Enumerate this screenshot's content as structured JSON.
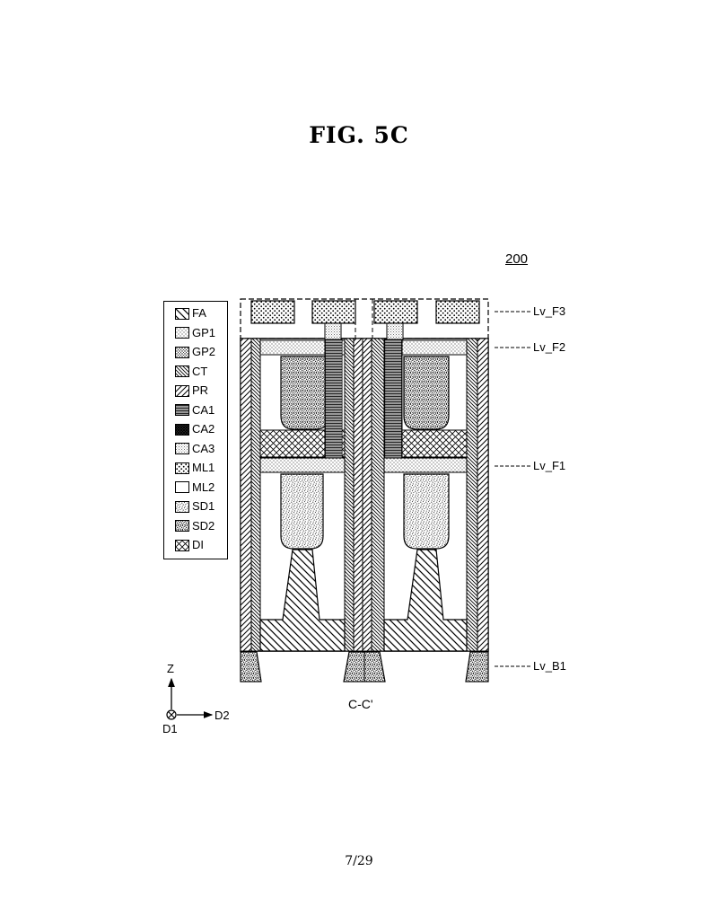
{
  "figure": {
    "title": "FIG. 5C",
    "reference_number": "200",
    "section_label": "C-C'",
    "page_number": "7/29"
  },
  "legend": [
    {
      "label": "FA",
      "pattern": "fa"
    },
    {
      "label": "GP1",
      "pattern": "gp1"
    },
    {
      "label": "GP2",
      "pattern": "gp2"
    },
    {
      "label": "CT",
      "pattern": "ct"
    },
    {
      "label": "PR",
      "pattern": "pr"
    },
    {
      "label": "CA1",
      "pattern": "ca1"
    },
    {
      "label": "CA2",
      "pattern": "ca2"
    },
    {
      "label": "CA3",
      "pattern": "ca3"
    },
    {
      "label": "ML1",
      "pattern": "ml1"
    },
    {
      "label": "ML2",
      "pattern": "ml2"
    },
    {
      "label": "SD1",
      "pattern": "sd1"
    },
    {
      "label": "SD2",
      "pattern": "sd2"
    },
    {
      "label": "DI",
      "pattern": "di"
    }
  ],
  "levels": {
    "f3": "Lv_F3",
    "f2": "Lv_F2",
    "f1": "Lv_F1",
    "b1": "Lv_B1"
  },
  "axes": {
    "z": "Z",
    "d2": "D2",
    "d1": "D1"
  }
}
